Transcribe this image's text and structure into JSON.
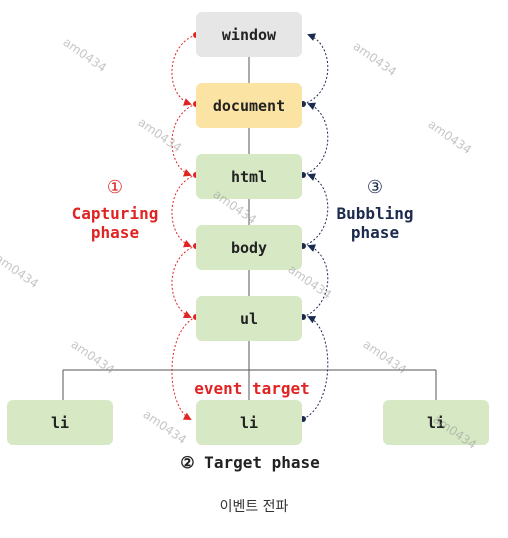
{
  "nodes": {
    "window": "window",
    "document": "document",
    "html": "html",
    "body": "body",
    "ul": "ul",
    "li_left": "li",
    "li_center": "li",
    "li_right": "li"
  },
  "capturing": {
    "number": "①",
    "text": "Capturing\nphase"
  },
  "bubbling": {
    "number": "③",
    "text": "Bubbling\nphase"
  },
  "event_target": "event target",
  "target_phase": "② Target phase",
  "caption": "이벤트 전파",
  "watermark": "am0434",
  "colors": {
    "capturing": "#e02424",
    "bubbling": "#1c2a4f",
    "green": "#d6e8c4",
    "yellow": "#fbe3a3",
    "gray": "#e6e6e6"
  }
}
